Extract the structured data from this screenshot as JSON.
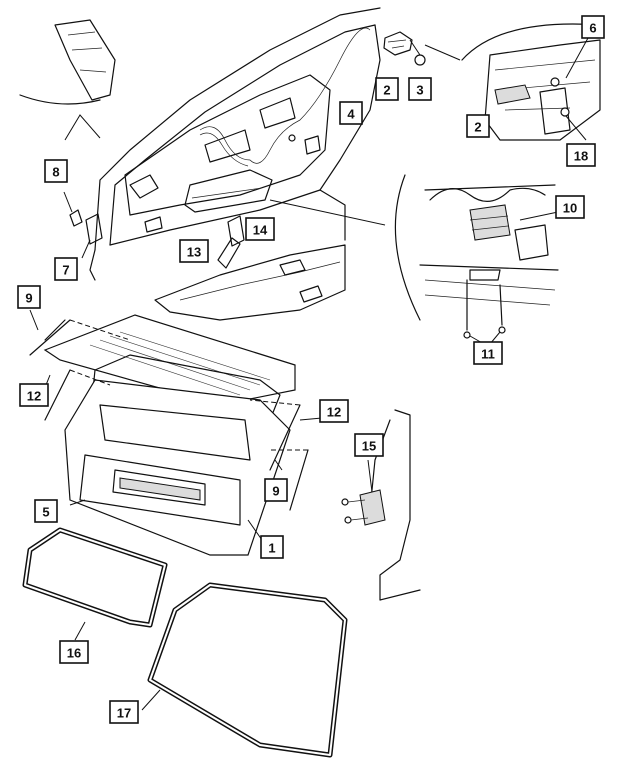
{
  "callouts": [
    {
      "id": "c2a",
      "label": "2"
    },
    {
      "id": "c3",
      "label": "3"
    },
    {
      "id": "c6",
      "label": "6"
    },
    {
      "id": "c4",
      "label": "4"
    },
    {
      "id": "c2b",
      "label": "2"
    },
    {
      "id": "c18",
      "label": "18"
    },
    {
      "id": "c8",
      "label": "8"
    },
    {
      "id": "c10",
      "label": "10"
    },
    {
      "id": "c14",
      "label": "14"
    },
    {
      "id": "c13",
      "label": "13"
    },
    {
      "id": "c7",
      "label": "7"
    },
    {
      "id": "c9a",
      "label": "9"
    },
    {
      "id": "c11",
      "label": "11"
    },
    {
      "id": "c12a",
      "label": "12"
    },
    {
      "id": "c12b",
      "label": "12"
    },
    {
      "id": "c15",
      "label": "15"
    },
    {
      "id": "c9b",
      "label": "9"
    },
    {
      "id": "c5",
      "label": "5"
    },
    {
      "id": "c1",
      "label": "1"
    },
    {
      "id": "c16",
      "label": "16"
    },
    {
      "id": "c17",
      "label": "17"
    }
  ]
}
